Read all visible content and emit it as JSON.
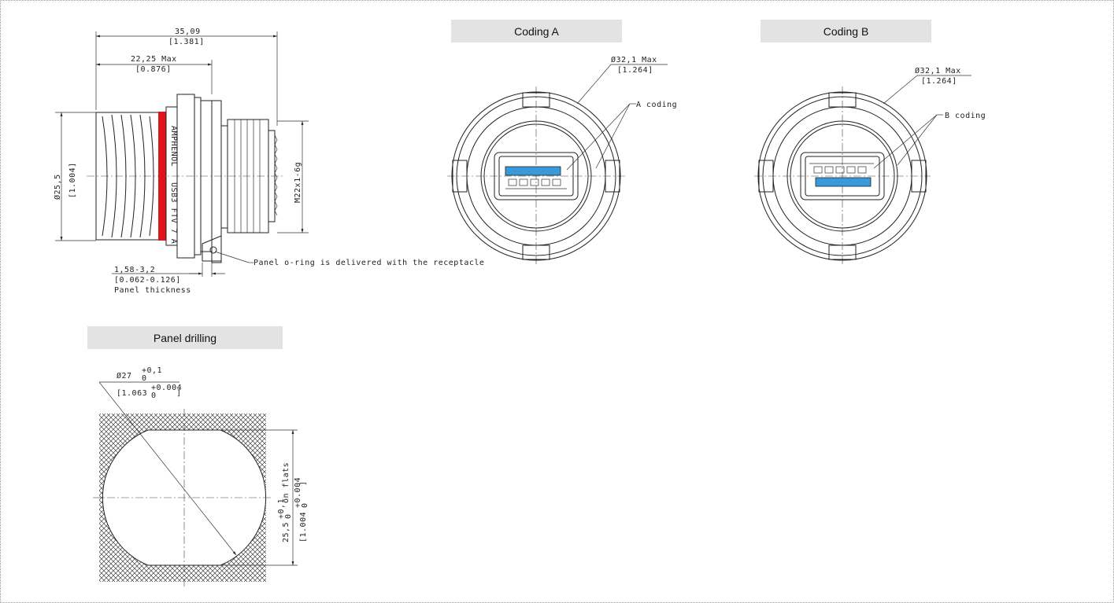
{
  "headers": {
    "coding_a": "Coding A",
    "coding_b": "Coding B",
    "panel_drilling": "Panel drilling"
  },
  "side_view": {
    "overall_length": "35,09",
    "overall_length_in": "[1.381]",
    "max_length": "22,25 Max",
    "max_length_in": "[0.876]",
    "diameter": "Ø25,5",
    "diameter_in": "[1.004]",
    "thread": "M22x1-6g",
    "body_marking_1": "AMPHENOL",
    "body_marking_2": "USB3 FTV 7 A",
    "panel_thickness": "1,58-3,2",
    "panel_thickness_in": "[0.062-0.126]",
    "panel_thickness_label": "Panel thickness",
    "oring_note": "Panel o-ring is delivered with the receptacle"
  },
  "coding_a": {
    "diameter": "Ø32,1 Max",
    "diameter_in": "[1.264]",
    "coding_label": "A coding"
  },
  "coding_b": {
    "diameter": "Ø32,1 Max",
    "diameter_in": "[1.264]",
    "coding_label": "B coding"
  },
  "panel_drilling": {
    "diameter": "Ø27",
    "diameter_tol_upper": "+0,1",
    "diameter_tol_lower": "0",
    "diameter_in": "[1.063",
    "diameter_in_tol_upper": "+0.004",
    "diameter_in_tol_lower": "0",
    "diameter_in_close": "]",
    "flats": "25,5",
    "flats_tol_upper": "+0,1",
    "flats_tol_lower": "0",
    "flats_suffix": "on flats",
    "flats_in": "[1.004",
    "flats_in_tol_upper": "+0.004",
    "flats_in_tol_lower": "0",
    "flats_in_close": "]"
  },
  "colors": {
    "usb_blue": "#3a9ad9",
    "oring_red": "#e0151b",
    "header_bg": "#e3e3e3",
    "line": "#222222"
  }
}
